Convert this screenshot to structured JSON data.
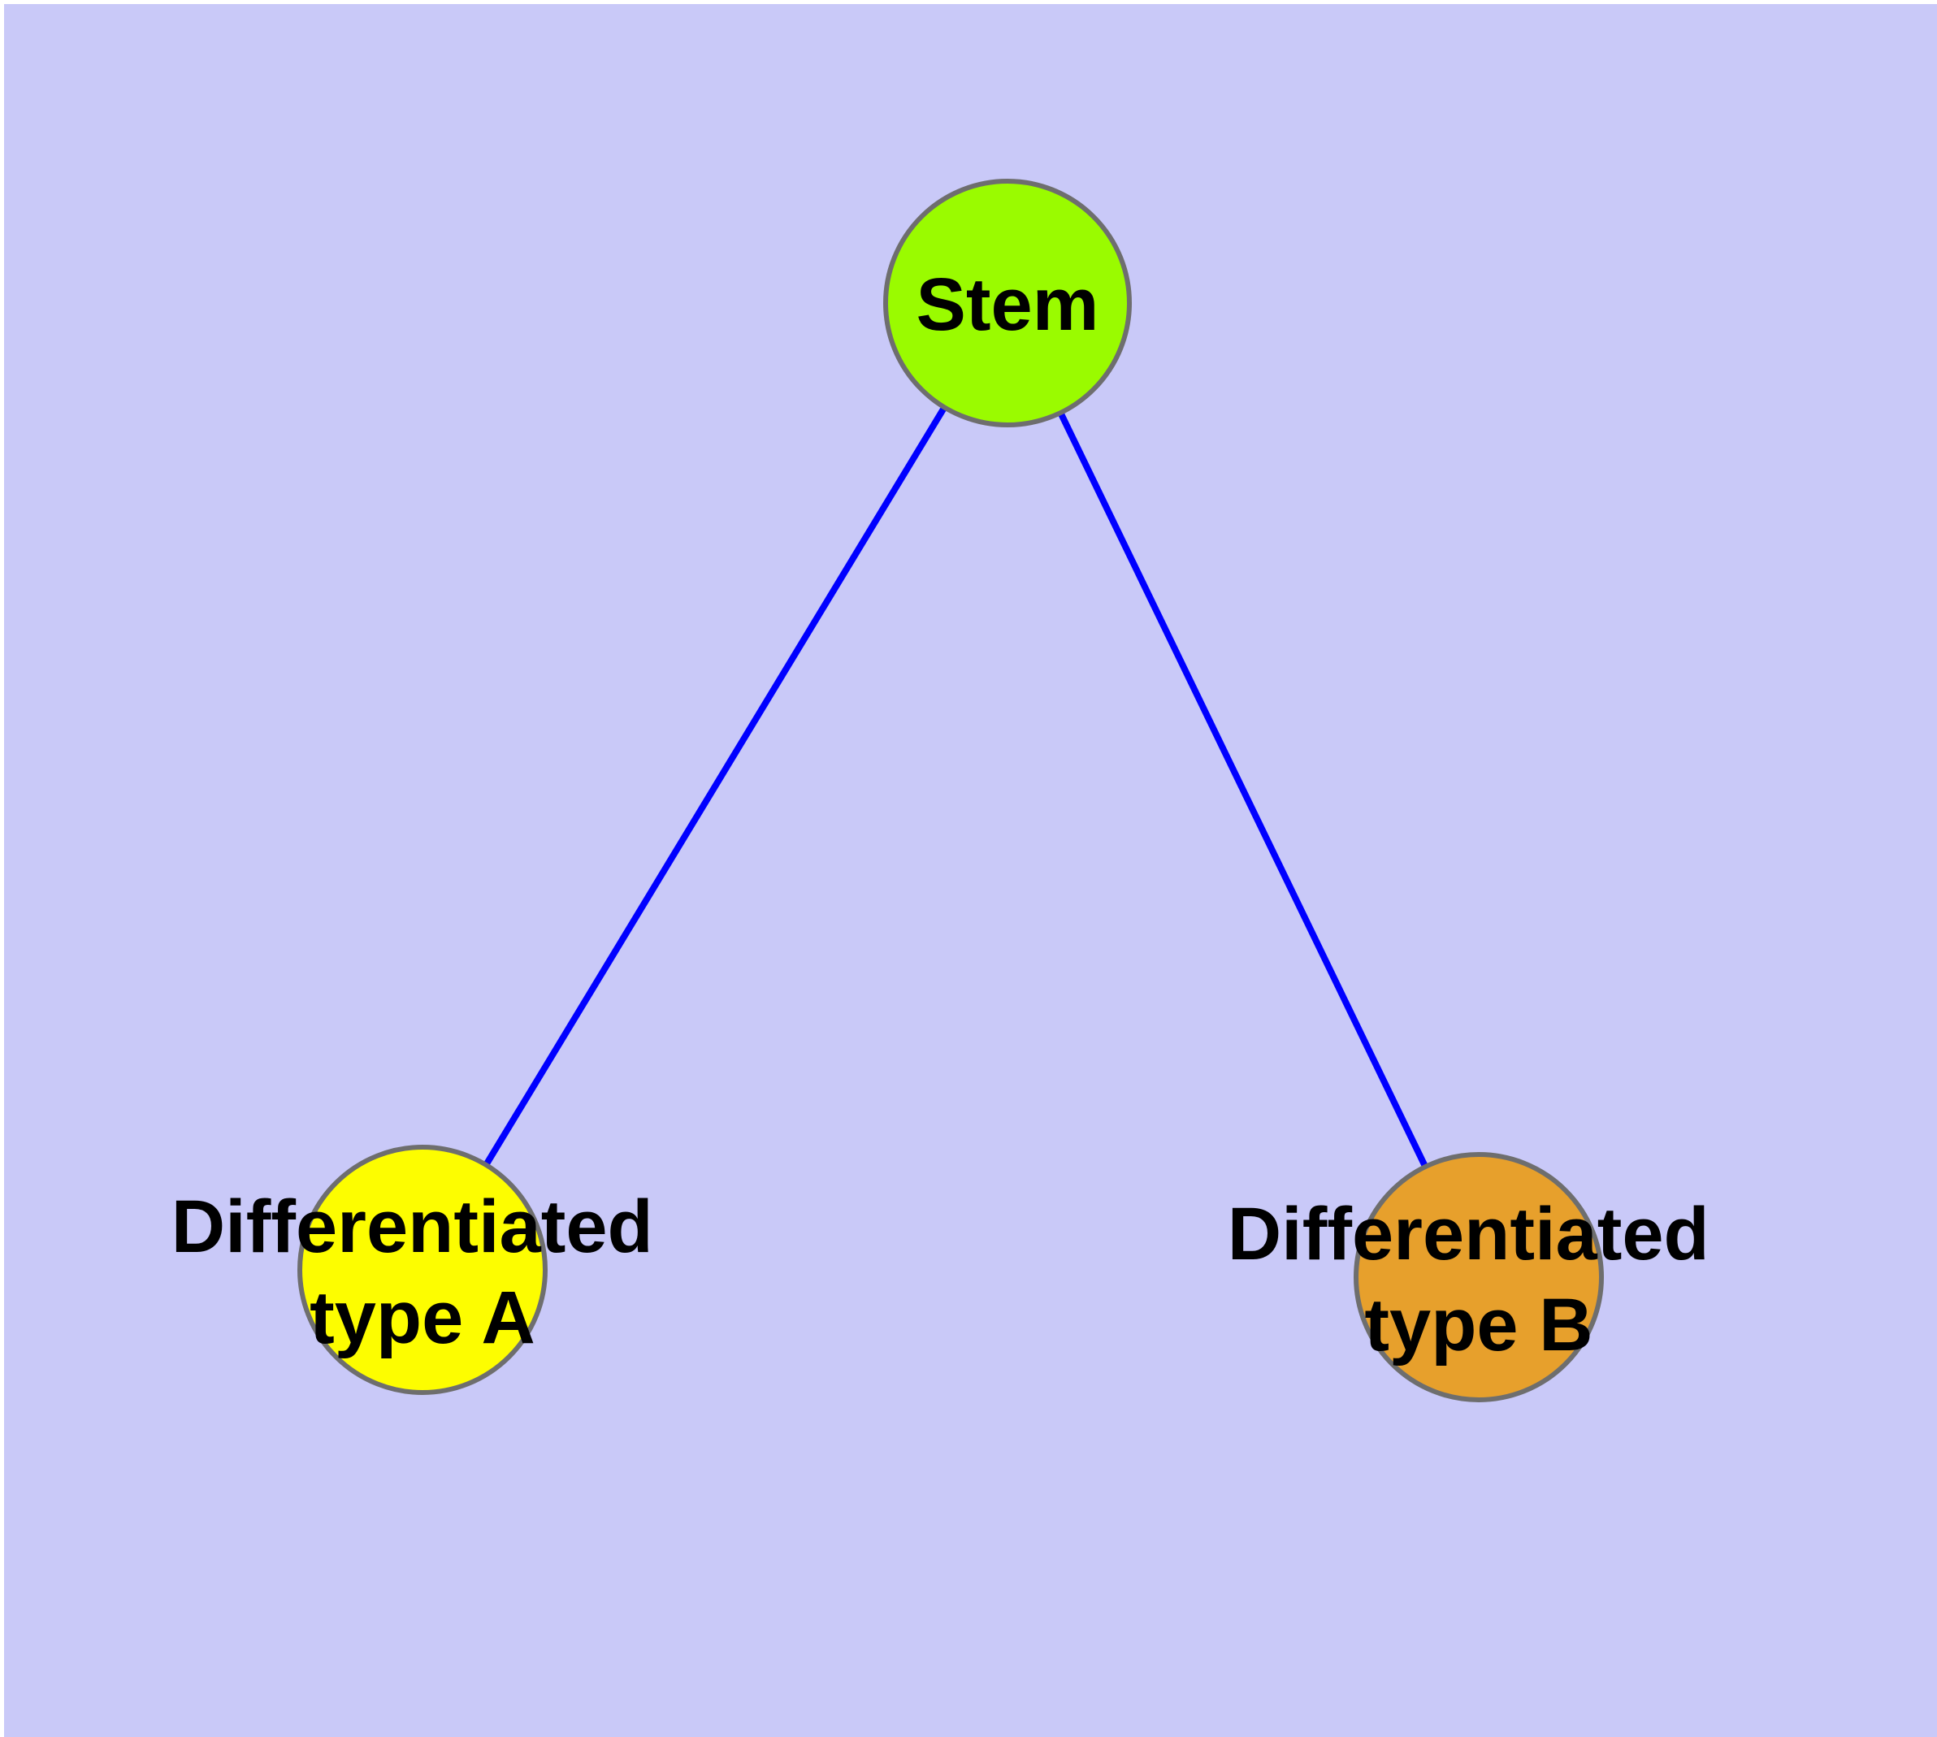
{
  "diagram": {
    "type": "node-link-graph",
    "background_color": "#c9c9f8",
    "frame_color": "#ffffff",
    "edge_color": "#0000ff",
    "node_border_color": "#6e6e6e",
    "label_color": "#000000",
    "nodes": [
      {
        "id": "stem",
        "label": "Stem",
        "line1": "Stem",
        "line2": "",
        "fill": "#9afb00"
      },
      {
        "id": "differentiated-type-a",
        "label": "Differentiated type A",
        "line1": "Differentiated",
        "line2": "type A",
        "fill": "#fdfd00"
      },
      {
        "id": "differentiated-type-b",
        "label": "Differentiated type B",
        "line1": "Differentiated",
        "line2": "type B",
        "fill": "#e7a02c"
      }
    ],
    "edges": [
      {
        "from": "stem",
        "to": "differentiated-type-a"
      },
      {
        "from": "stem",
        "to": "differentiated-type-b"
      }
    ]
  }
}
